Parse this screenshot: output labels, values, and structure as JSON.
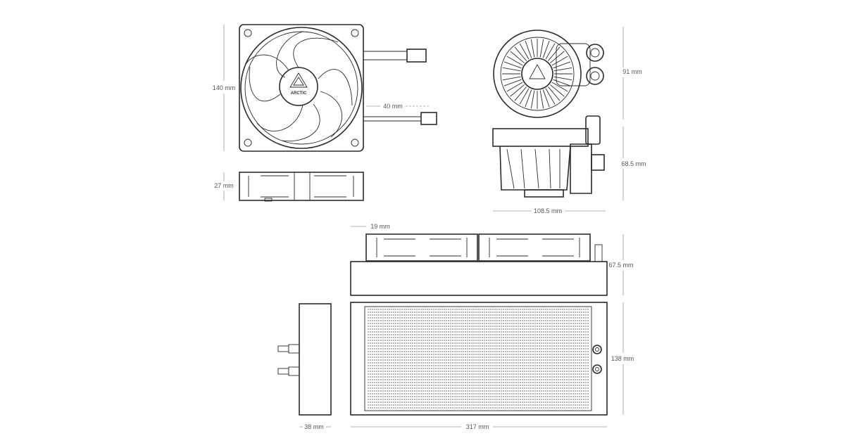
{
  "title": "ARCTIC liquid cooler dimension drawing",
  "logo_text": "ARCTIC",
  "dimensions": {
    "fan_height": "140 mm",
    "cable_length": "40 mm",
    "fan_thickness": "27 mm",
    "pump_diameter": "91 mm",
    "pump_height": "68.5 mm",
    "pump_width": "108.5 mm",
    "fan_offset": "19 mm",
    "radiator_total_thickness": "67.5 mm",
    "radiator_height": "138 mm",
    "radiator_thickness": "38 mm",
    "radiator_length": "317 mm"
  },
  "colors": {
    "line": "#2b2b2b",
    "dimension": "#9a9a9a",
    "label": "#555555"
  }
}
